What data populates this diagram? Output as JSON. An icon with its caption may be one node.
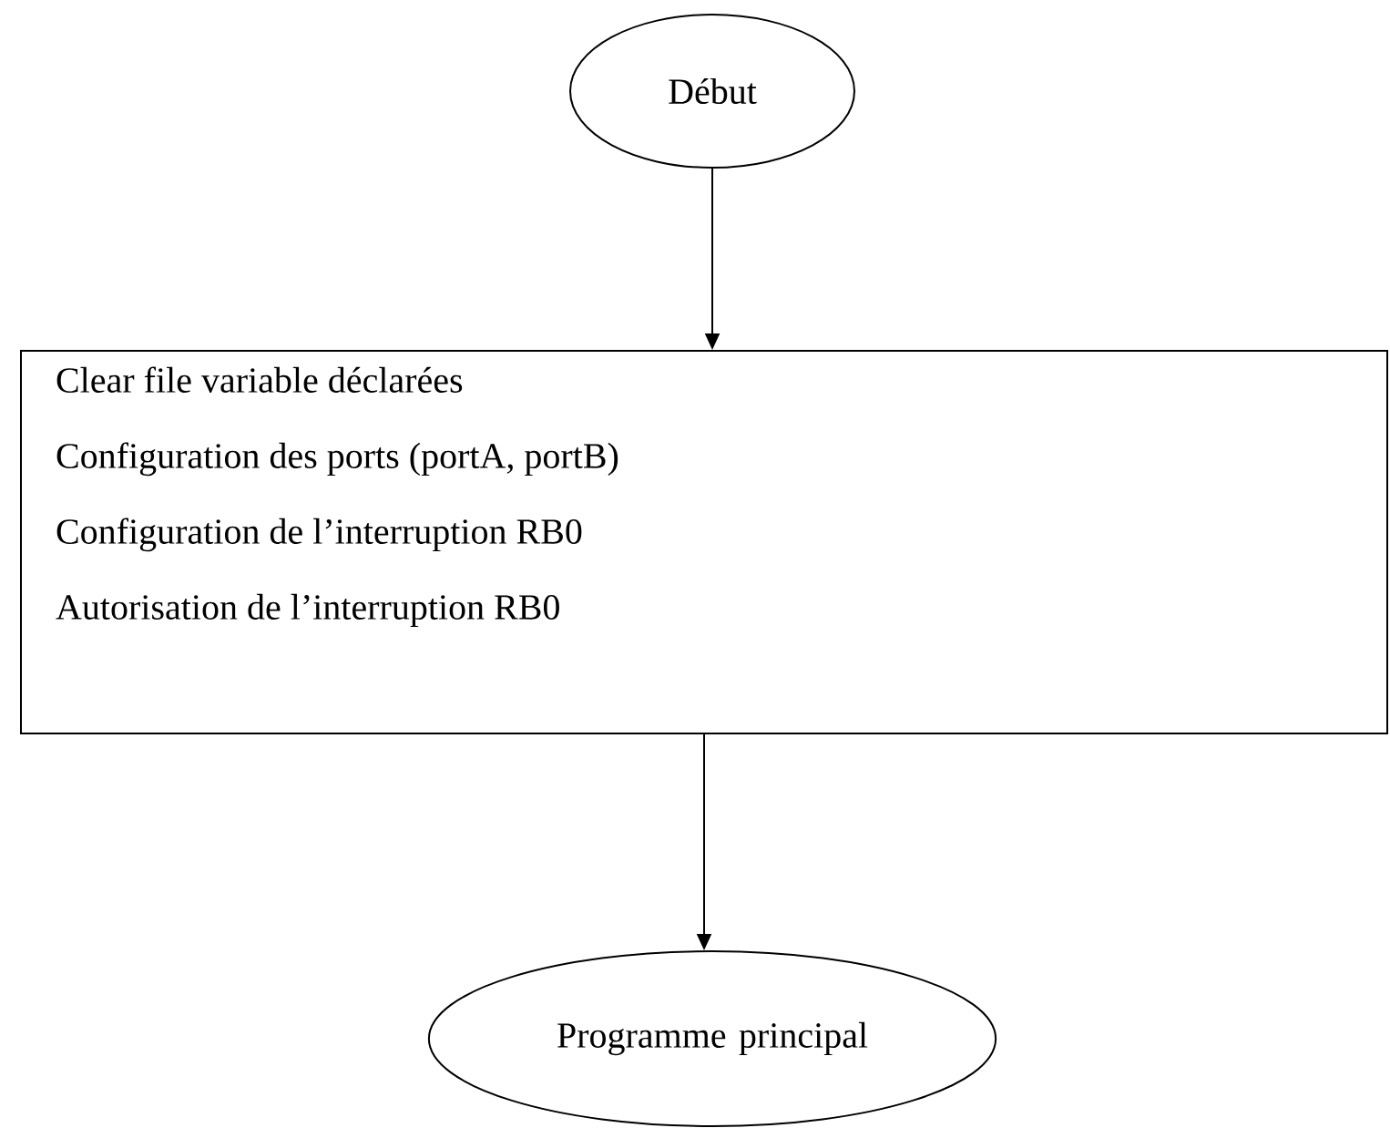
{
  "diagram": {
    "nodes": [
      {
        "text": [
          "Début"
        ]
      },
      {
        "text": [
          "Clear file variable déclarées",
          "Configuration des ports (portA, portB)",
          "Configuration de l’interruption RB0",
          "Autorisation de l’interruption RB0"
        ]
      },
      {
        "text": [
          "Programme principal"
        ]
      }
    ],
    "edges": [
      {
        "from": 0,
        "to": 1,
        "arrow": "to"
      },
      {
        "from": 1,
        "to": 2,
        "arrow": "to"
      }
    ]
  }
}
